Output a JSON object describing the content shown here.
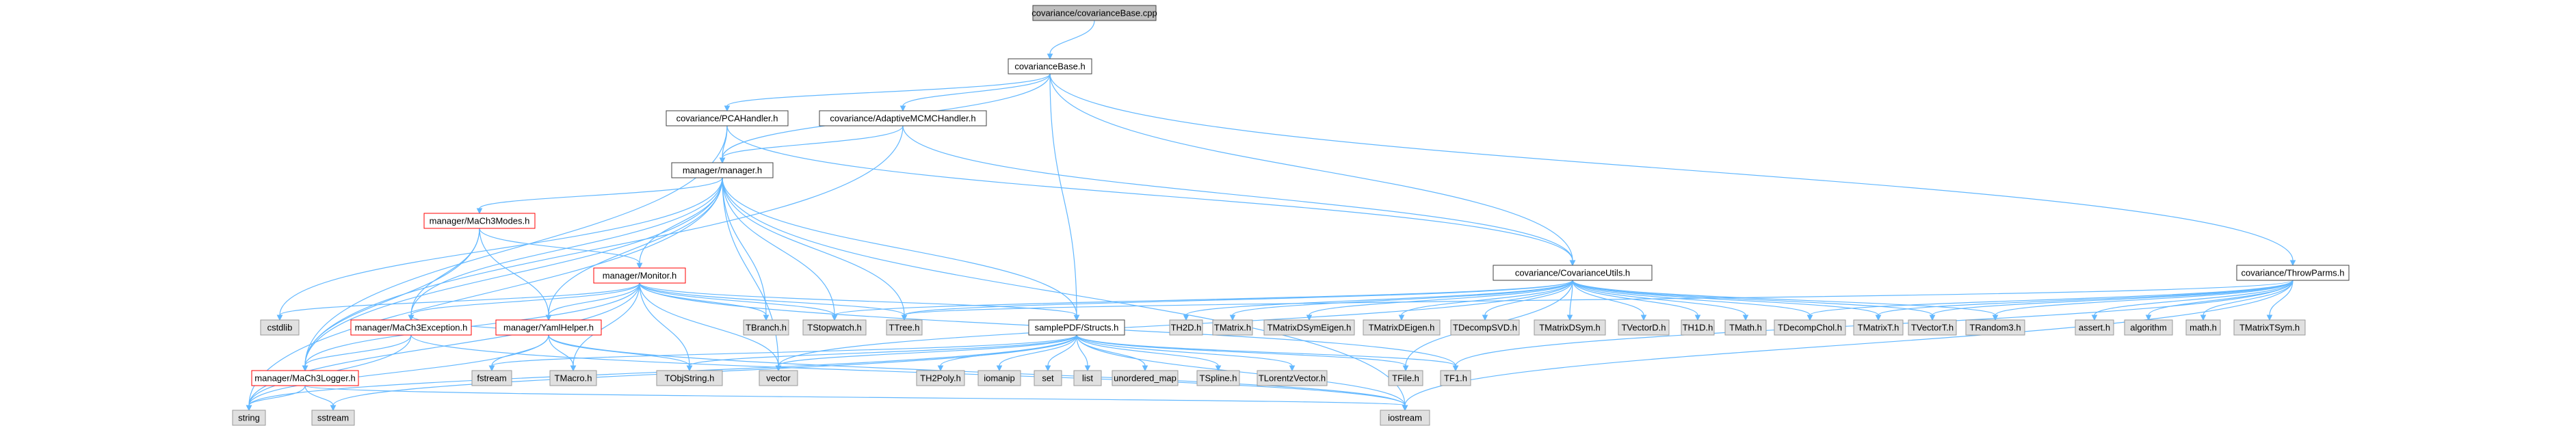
{
  "colors": {
    "root_fill": "#bfbfbf",
    "root_border": "#404040",
    "doc_fill": "#ffffff",
    "doc_border": "#404040",
    "truncated_border": "#ff0000",
    "external_fill": "#e0e0e0",
    "external_border": "#999999",
    "edge": "#63b8ff"
  },
  "nodes": [
    {
      "id": "root",
      "label": "covariance/covarianceBase.cpp",
      "kind": "root"
    },
    {
      "id": "covBaseH",
      "label": "covarianceBase.h",
      "kind": "doc"
    },
    {
      "id": "pca",
      "label": "covariance/PCAHandler.h",
      "kind": "doc"
    },
    {
      "id": "amcmc",
      "label": "covariance/AdaptiveMCMCHandler.h",
      "kind": "doc"
    },
    {
      "id": "manager",
      "label": "manager/manager.h",
      "kind": "doc"
    },
    {
      "id": "throwParms",
      "label": "covariance/ThrowParms.h",
      "kind": "doc"
    },
    {
      "id": "covUtils",
      "label": "covariance/CovarianceUtils.h",
      "kind": "doc"
    },
    {
      "id": "modes",
      "label": "manager/MaCh3Modes.h",
      "kind": "truncated"
    },
    {
      "id": "monitor",
      "label": "manager/Monitor.h",
      "kind": "truncated"
    },
    {
      "id": "exception",
      "label": "manager/MaCh3Exception.h",
      "kind": "truncated"
    },
    {
      "id": "yaml",
      "label": "manager/YamlHelper.h",
      "kind": "truncated"
    },
    {
      "id": "logger",
      "label": "manager/MaCh3Logger.h",
      "kind": "truncated"
    },
    {
      "id": "structs",
      "label": "samplePDF/Structs.h",
      "kind": "doc"
    },
    {
      "id": "cstdlib",
      "label": "cstdlib",
      "kind": "ext"
    },
    {
      "id": "TBranch",
      "label": "TBranch.h",
      "kind": "ext"
    },
    {
      "id": "TStopwatch",
      "label": "TStopwatch.h",
      "kind": "ext"
    },
    {
      "id": "TTree",
      "label": "TTree.h",
      "kind": "ext"
    },
    {
      "id": "TH2D",
      "label": "TH2D.h",
      "kind": "ext"
    },
    {
      "id": "TMatrix",
      "label": "TMatrix.h",
      "kind": "ext"
    },
    {
      "id": "TMatrixDSymEigen",
      "label": "TMatrixDSymEigen.h",
      "kind": "ext"
    },
    {
      "id": "TMatrixDEigen",
      "label": "TMatrixDEigen.h",
      "kind": "ext"
    },
    {
      "id": "TDecompSVD",
      "label": "TDecompSVD.h",
      "kind": "ext"
    },
    {
      "id": "TMatrixDSym",
      "label": "TMatrixDSym.h",
      "kind": "ext"
    },
    {
      "id": "TVectorD",
      "label": "TVectorD.h",
      "kind": "ext"
    },
    {
      "id": "TH1D",
      "label": "TH1D.h",
      "kind": "ext"
    },
    {
      "id": "TMath",
      "label": "TMath.h",
      "kind": "ext"
    },
    {
      "id": "TDecompChol",
      "label": "TDecompChol.h",
      "kind": "ext"
    },
    {
      "id": "TMatrixT",
      "label": "TMatrixT.h",
      "kind": "ext"
    },
    {
      "id": "TVectorT",
      "label": "TVectorT.h",
      "kind": "ext"
    },
    {
      "id": "TRandom3",
      "label": "TRandom3.h",
      "kind": "ext"
    },
    {
      "id": "assert",
      "label": "assert.h",
      "kind": "ext"
    },
    {
      "id": "algorithm",
      "label": "algorithm",
      "kind": "ext"
    },
    {
      "id": "mathh",
      "label": "math.h",
      "kind": "ext"
    },
    {
      "id": "TMatrixTSym",
      "label": "TMatrixTSym.h",
      "kind": "ext"
    },
    {
      "id": "fstream",
      "label": "fstream",
      "kind": "ext"
    },
    {
      "id": "TMacro",
      "label": "TMacro.h",
      "kind": "ext"
    },
    {
      "id": "TObjString",
      "label": "TObjString.h",
      "kind": "ext"
    },
    {
      "id": "vector",
      "label": "vector",
      "kind": "ext"
    },
    {
      "id": "TH2Poly",
      "label": "TH2Poly.h",
      "kind": "ext"
    },
    {
      "id": "iomanip",
      "label": "iomanip",
      "kind": "ext"
    },
    {
      "id": "set",
      "label": "set",
      "kind": "ext"
    },
    {
      "id": "list",
      "label": "list",
      "kind": "ext"
    },
    {
      "id": "unordered_map",
      "label": "unordered_map",
      "kind": "ext"
    },
    {
      "id": "TSpline",
      "label": "TSpline.h",
      "kind": "ext"
    },
    {
      "id": "TLorentzVector",
      "label": "TLorentzVector.h",
      "kind": "ext"
    },
    {
      "id": "TFile",
      "label": "TFile.h",
      "kind": "ext"
    },
    {
      "id": "TF1",
      "label": "TF1.h",
      "kind": "ext"
    },
    {
      "id": "string",
      "label": "string",
      "kind": "ext"
    },
    {
      "id": "sstream",
      "label": "sstream",
      "kind": "ext"
    },
    {
      "id": "iostream",
      "label": "iostream",
      "kind": "ext"
    }
  ],
  "edges": [
    [
      "root",
      "covBaseH"
    ],
    [
      "covBaseH",
      "pca"
    ],
    [
      "covBaseH",
      "amcmc"
    ],
    [
      "covBaseH",
      "manager"
    ],
    [
      "covBaseH",
      "covUtils"
    ],
    [
      "covBaseH",
      "throwParms"
    ],
    [
      "covBaseH",
      "structs"
    ],
    [
      "pca",
      "manager"
    ],
    [
      "pca",
      "covUtils"
    ],
    [
      "pca",
      "logger"
    ],
    [
      "amcmc",
      "manager"
    ],
    [
      "amcmc",
      "covUtils"
    ],
    [
      "amcmc",
      "logger"
    ],
    [
      "manager",
      "modes"
    ],
    [
      "manager",
      "monitor"
    ],
    [
      "manager",
      "exception"
    ],
    [
      "manager",
      "yaml"
    ],
    [
      "manager",
      "logger"
    ],
    [
      "manager",
      "structs"
    ],
    [
      "manager",
      "cstdlib"
    ],
    [
      "manager",
      "TBranch"
    ],
    [
      "manager",
      "TTree"
    ],
    [
      "manager",
      "vector"
    ],
    [
      "manager",
      "string"
    ],
    [
      "manager",
      "iostream"
    ],
    [
      "manager",
      "TStopwatch"
    ],
    [
      "modes",
      "monitor"
    ],
    [
      "modes",
      "exception"
    ],
    [
      "modes",
      "yaml"
    ],
    [
      "modes",
      "logger"
    ],
    [
      "monitor",
      "exception"
    ],
    [
      "monitor",
      "yaml"
    ],
    [
      "monitor",
      "logger"
    ],
    [
      "monitor",
      "structs"
    ],
    [
      "monitor",
      "cstdlib"
    ],
    [
      "monitor",
      "TBranch"
    ],
    [
      "monitor",
      "TStopwatch"
    ],
    [
      "monitor",
      "TTree"
    ],
    [
      "monitor",
      "TMacro"
    ],
    [
      "monitor",
      "vector"
    ],
    [
      "monitor",
      "string"
    ],
    [
      "monitor",
      "TObjString"
    ],
    [
      "monitor",
      "TF1"
    ],
    [
      "exception",
      "logger"
    ],
    [
      "exception",
      "string"
    ],
    [
      "exception",
      "iostream"
    ],
    [
      "yaml",
      "exception"
    ],
    [
      "yaml",
      "fstream"
    ],
    [
      "yaml",
      "TMacro"
    ],
    [
      "yaml",
      "TObjString"
    ],
    [
      "yaml",
      "string"
    ],
    [
      "yaml",
      "iostream"
    ],
    [
      "logger",
      "string"
    ],
    [
      "logger",
      "sstream"
    ],
    [
      "logger",
      "iostream"
    ],
    [
      "structs",
      "TH2Poly"
    ],
    [
      "structs",
      "iomanip"
    ],
    [
      "structs",
      "set"
    ],
    [
      "structs",
      "list"
    ],
    [
      "structs",
      "unordered_map"
    ],
    [
      "structs",
      "TSpline"
    ],
    [
      "structs",
      "TLorentzVector"
    ],
    [
      "structs",
      "TFile"
    ],
    [
      "structs",
      "TF1"
    ],
    [
      "structs",
      "vector"
    ],
    [
      "structs",
      "iostream"
    ],
    [
      "structs",
      "string"
    ],
    [
      "structs",
      "sstream"
    ],
    [
      "structs",
      "fstream"
    ],
    [
      "structs",
      "TObjString"
    ],
    [
      "covUtils",
      "TH2D"
    ],
    [
      "covUtils",
      "TMatrix"
    ],
    [
      "covUtils",
      "TMatrixDSymEigen"
    ],
    [
      "covUtils",
      "TMatrixDEigen"
    ],
    [
      "covUtils",
      "TDecompSVD"
    ],
    [
      "covUtils",
      "TMatrixDSym"
    ],
    [
      "covUtils",
      "TVectorD"
    ],
    [
      "covUtils",
      "TH1D"
    ],
    [
      "covUtils",
      "TMath"
    ],
    [
      "covUtils",
      "TDecompChol"
    ],
    [
      "covUtils",
      "TMatrixT"
    ],
    [
      "covUtils",
      "TVectorT"
    ],
    [
      "covUtils",
      "TRandom3"
    ],
    [
      "covUtils",
      "TTree"
    ],
    [
      "covUtils",
      "TFile"
    ],
    [
      "covUtils",
      "vector"
    ],
    [
      "covUtils",
      "TStopwatch"
    ],
    [
      "throwParms",
      "TMatrixT"
    ],
    [
      "throwParms",
      "TVectorT"
    ],
    [
      "throwParms",
      "TRandom3"
    ],
    [
      "throwParms",
      "TDecompChol"
    ],
    [
      "throwParms",
      "assert"
    ],
    [
      "throwParms",
      "algorithm"
    ],
    [
      "throwParms",
      "mathh"
    ],
    [
      "throwParms",
      "TMatrixTSym"
    ],
    [
      "throwParms",
      "iostream"
    ],
    [
      "throwParms",
      "TTree"
    ],
    [
      "throwParms",
      "TF1"
    ]
  ]
}
